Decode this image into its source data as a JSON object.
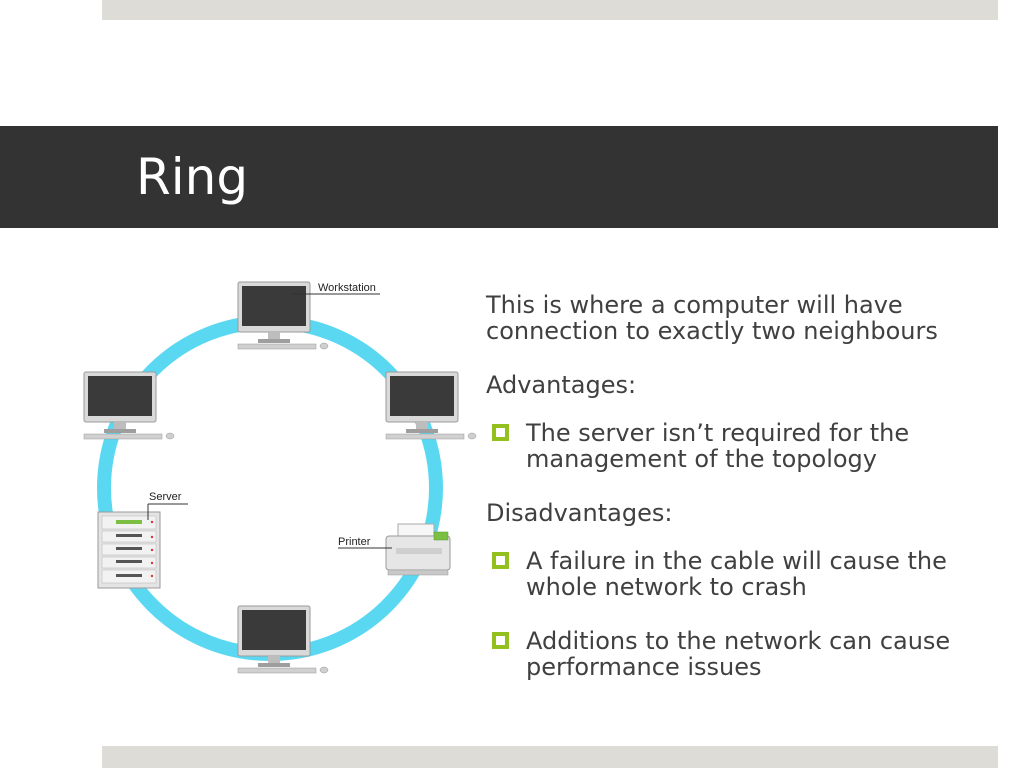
{
  "slide": {
    "title": "Ring",
    "intro": "This is where a computer will have connection to exactly two neighbours",
    "advantages_heading": "Advantages:",
    "advantages": [
      "The server isn’t required for the management of the topology"
    ],
    "disadvantages_heading": "Disadvantages:",
    "disadvantages": [
      "A failure in the cable will cause the whole network to crash",
      "Additions to the network can cause performance issues"
    ]
  },
  "diagram": {
    "labels": {
      "workstation": "Workstation",
      "server": "Server",
      "printer": "Printer"
    }
  },
  "colors": {
    "ring": "#5ad8f2",
    "title_band": "#333333",
    "accent": "#93c01f",
    "body_text": "#404040"
  }
}
